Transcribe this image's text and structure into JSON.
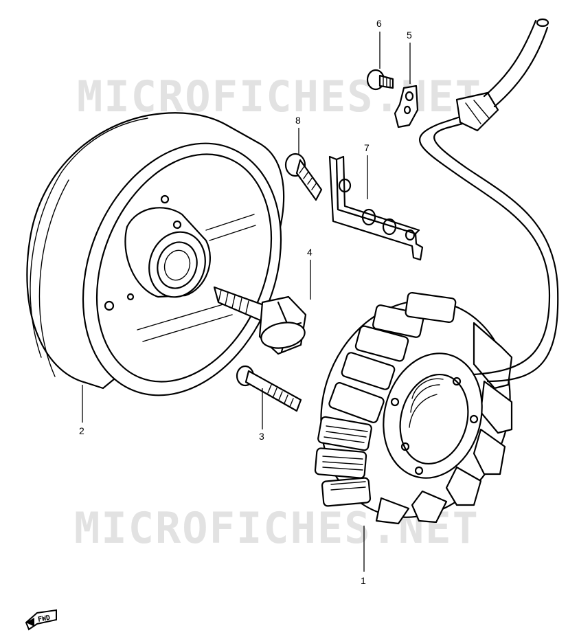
{
  "watermark": "MICROFICHES.NET",
  "direction_badge": "FWD",
  "parts": [
    {
      "id": "callout-1",
      "label": "1"
    },
    {
      "id": "callout-2",
      "label": "2"
    },
    {
      "id": "callout-3",
      "label": "3"
    },
    {
      "id": "callout-4",
      "label": "4"
    },
    {
      "id": "callout-5",
      "label": "5"
    },
    {
      "id": "callout-6",
      "label": "6"
    },
    {
      "id": "callout-7",
      "label": "7"
    },
    {
      "id": "callout-8",
      "label": "8"
    }
  ]
}
